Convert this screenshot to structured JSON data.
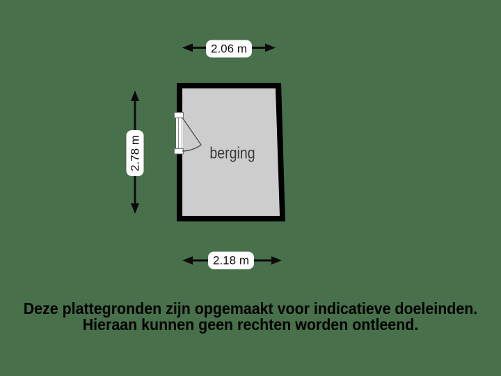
{
  "colors": {
    "background": "#47704B",
    "wall": "#000000",
    "floor": "#CDCDCD",
    "label_background": "#FFFFFF",
    "dimension_text": "#111111",
    "room_label_text": "#3A3A3A",
    "disclaimer_text": "#000000"
  },
  "floor_plan": {
    "room": {
      "label": "berging"
    },
    "dimensions": {
      "top": {
        "label": "2.06 m",
        "meters": 2.06,
        "orientation": "horizontal"
      },
      "left": {
        "label": "2.78 m",
        "meters": 2.78,
        "orientation": "vertical"
      },
      "bottom": {
        "label": "2.18 m",
        "meters": 2.18,
        "orientation": "horizontal"
      }
    },
    "door": {
      "wall": "left",
      "icon": "door-swing-arc"
    }
  },
  "icons": {
    "top_dimension": "double-headed-horizontal-arrow",
    "left_dimension": "double-headed-vertical-arrow",
    "bottom_dimension": "double-headed-horizontal-arrow"
  },
  "disclaimer": {
    "line1": "Deze plattegronden zijn opgemaakt voor indicatieve doeleinden.",
    "line2": "Hieraan kunnen geen rechten worden ontleend."
  }
}
